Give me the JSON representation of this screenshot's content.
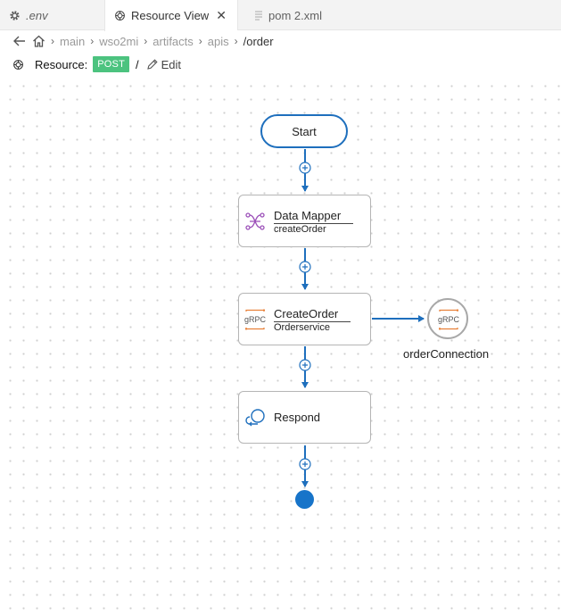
{
  "tabs": [
    {
      "label": ".env",
      "icon": "gear-icon",
      "active": false
    },
    {
      "label": "Resource View",
      "icon": "resource-icon",
      "active": true,
      "close": "✕"
    },
    {
      "label": "pom 2.xml",
      "icon": "file-icon",
      "active": false
    }
  ],
  "breadcrumb": {
    "items": [
      "main",
      "wso2mi",
      "artifacts",
      "apis",
      "/order"
    ]
  },
  "resource": {
    "label": "Resource:",
    "method": "POST",
    "path": "/",
    "edit_label": "Edit"
  },
  "diagram": {
    "start_label": "Start",
    "nodes": [
      {
        "title": "Data Mapper",
        "subtitle": "createOrder",
        "icon": "data-mapper-icon"
      },
      {
        "title": "CreateOrder",
        "subtitle": "Orderservice",
        "icon": "grpc-icon"
      },
      {
        "title": "Respond",
        "icon": "respond-icon"
      }
    ],
    "connection": {
      "label": "orderConnection",
      "icon": "grpc-icon"
    },
    "grpc_icon_text": "gRPC"
  },
  "colors": {
    "accent": "#1e6fbd",
    "endpoint": "#1774c9",
    "post_badge": "#4cc37f",
    "grpc_orange": "#e8813a",
    "data_mapper_purple": "#9b4fb8"
  }
}
